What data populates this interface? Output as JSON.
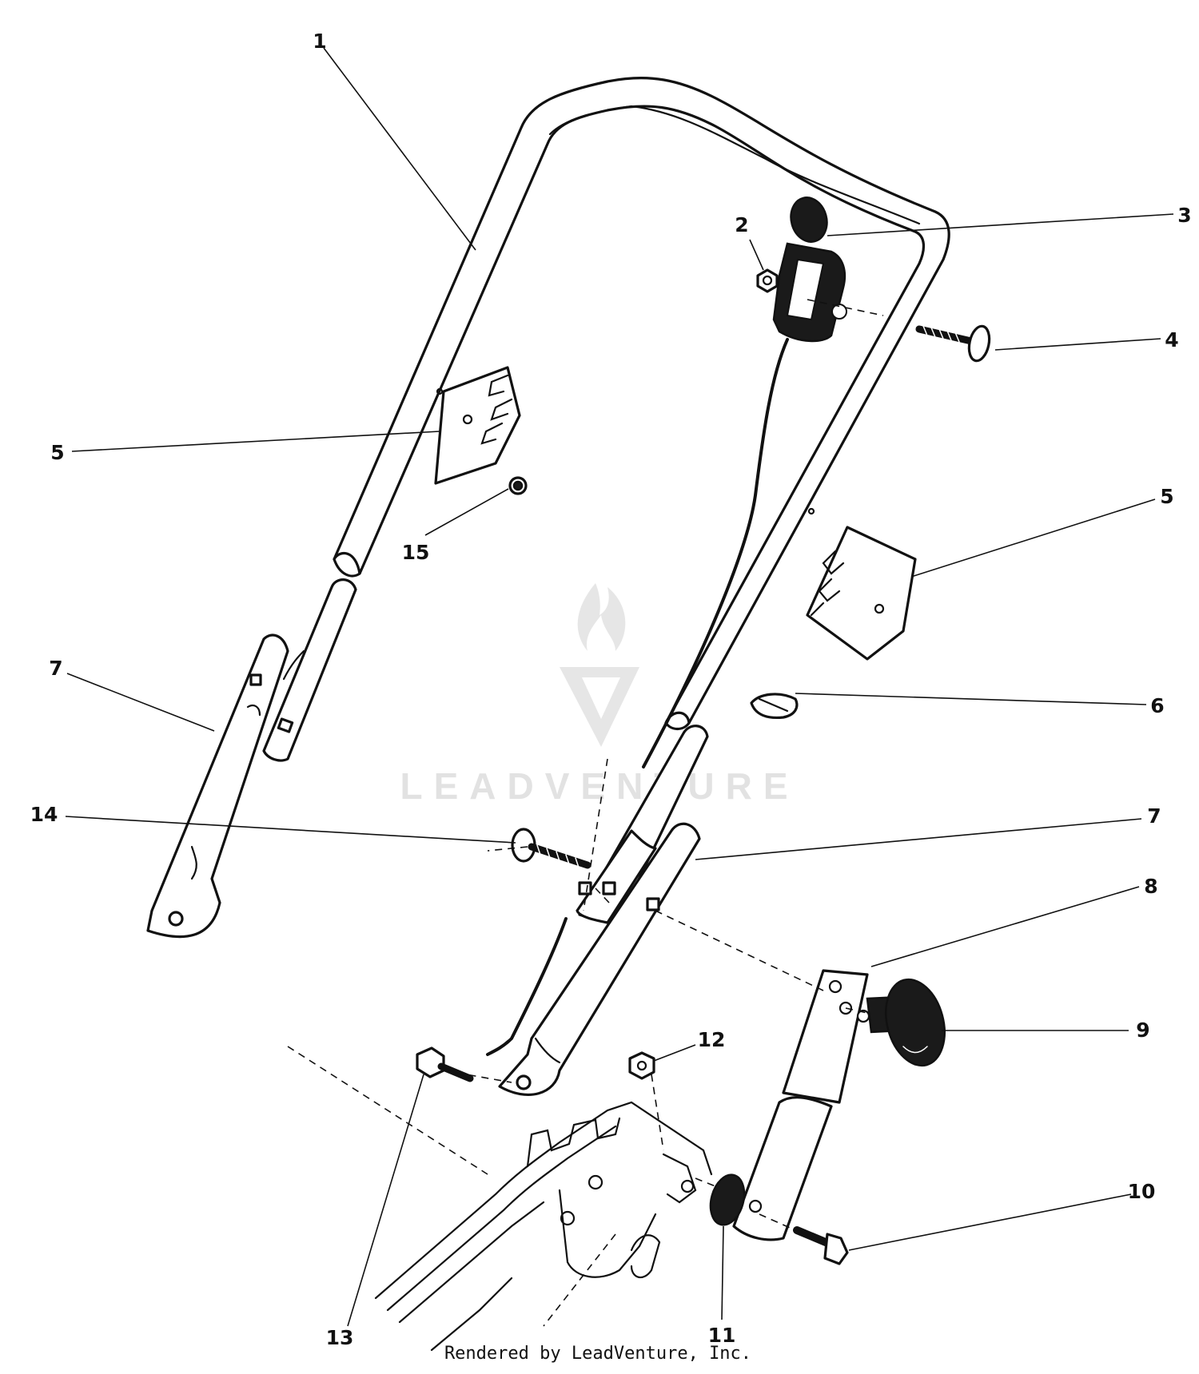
{
  "diagram": {
    "labels": [
      {
        "id": "label-1",
        "text": "1"
      },
      {
        "id": "label-2",
        "text": "2"
      },
      {
        "id": "label-3",
        "text": "3"
      },
      {
        "id": "label-4",
        "text": "4"
      },
      {
        "id": "label-5-left",
        "text": "5"
      },
      {
        "id": "label-5-right",
        "text": "5"
      },
      {
        "id": "label-6",
        "text": "6"
      },
      {
        "id": "label-7-left",
        "text": "7"
      },
      {
        "id": "label-7-right",
        "text": "7"
      },
      {
        "id": "label-8",
        "text": "8"
      },
      {
        "id": "label-9",
        "text": "9"
      },
      {
        "id": "label-10",
        "text": "10"
      },
      {
        "id": "label-11",
        "text": "11"
      },
      {
        "id": "label-12",
        "text": "12"
      },
      {
        "id": "label-13",
        "text": "13"
      },
      {
        "id": "label-14",
        "text": "14"
      },
      {
        "id": "label-15",
        "text": "15"
      }
    ]
  },
  "watermark": {
    "text": "LEADVENTURE",
    "color": "#e2e2e2"
  },
  "footer": {
    "credit": "Rendered by LeadVenture, Inc."
  }
}
